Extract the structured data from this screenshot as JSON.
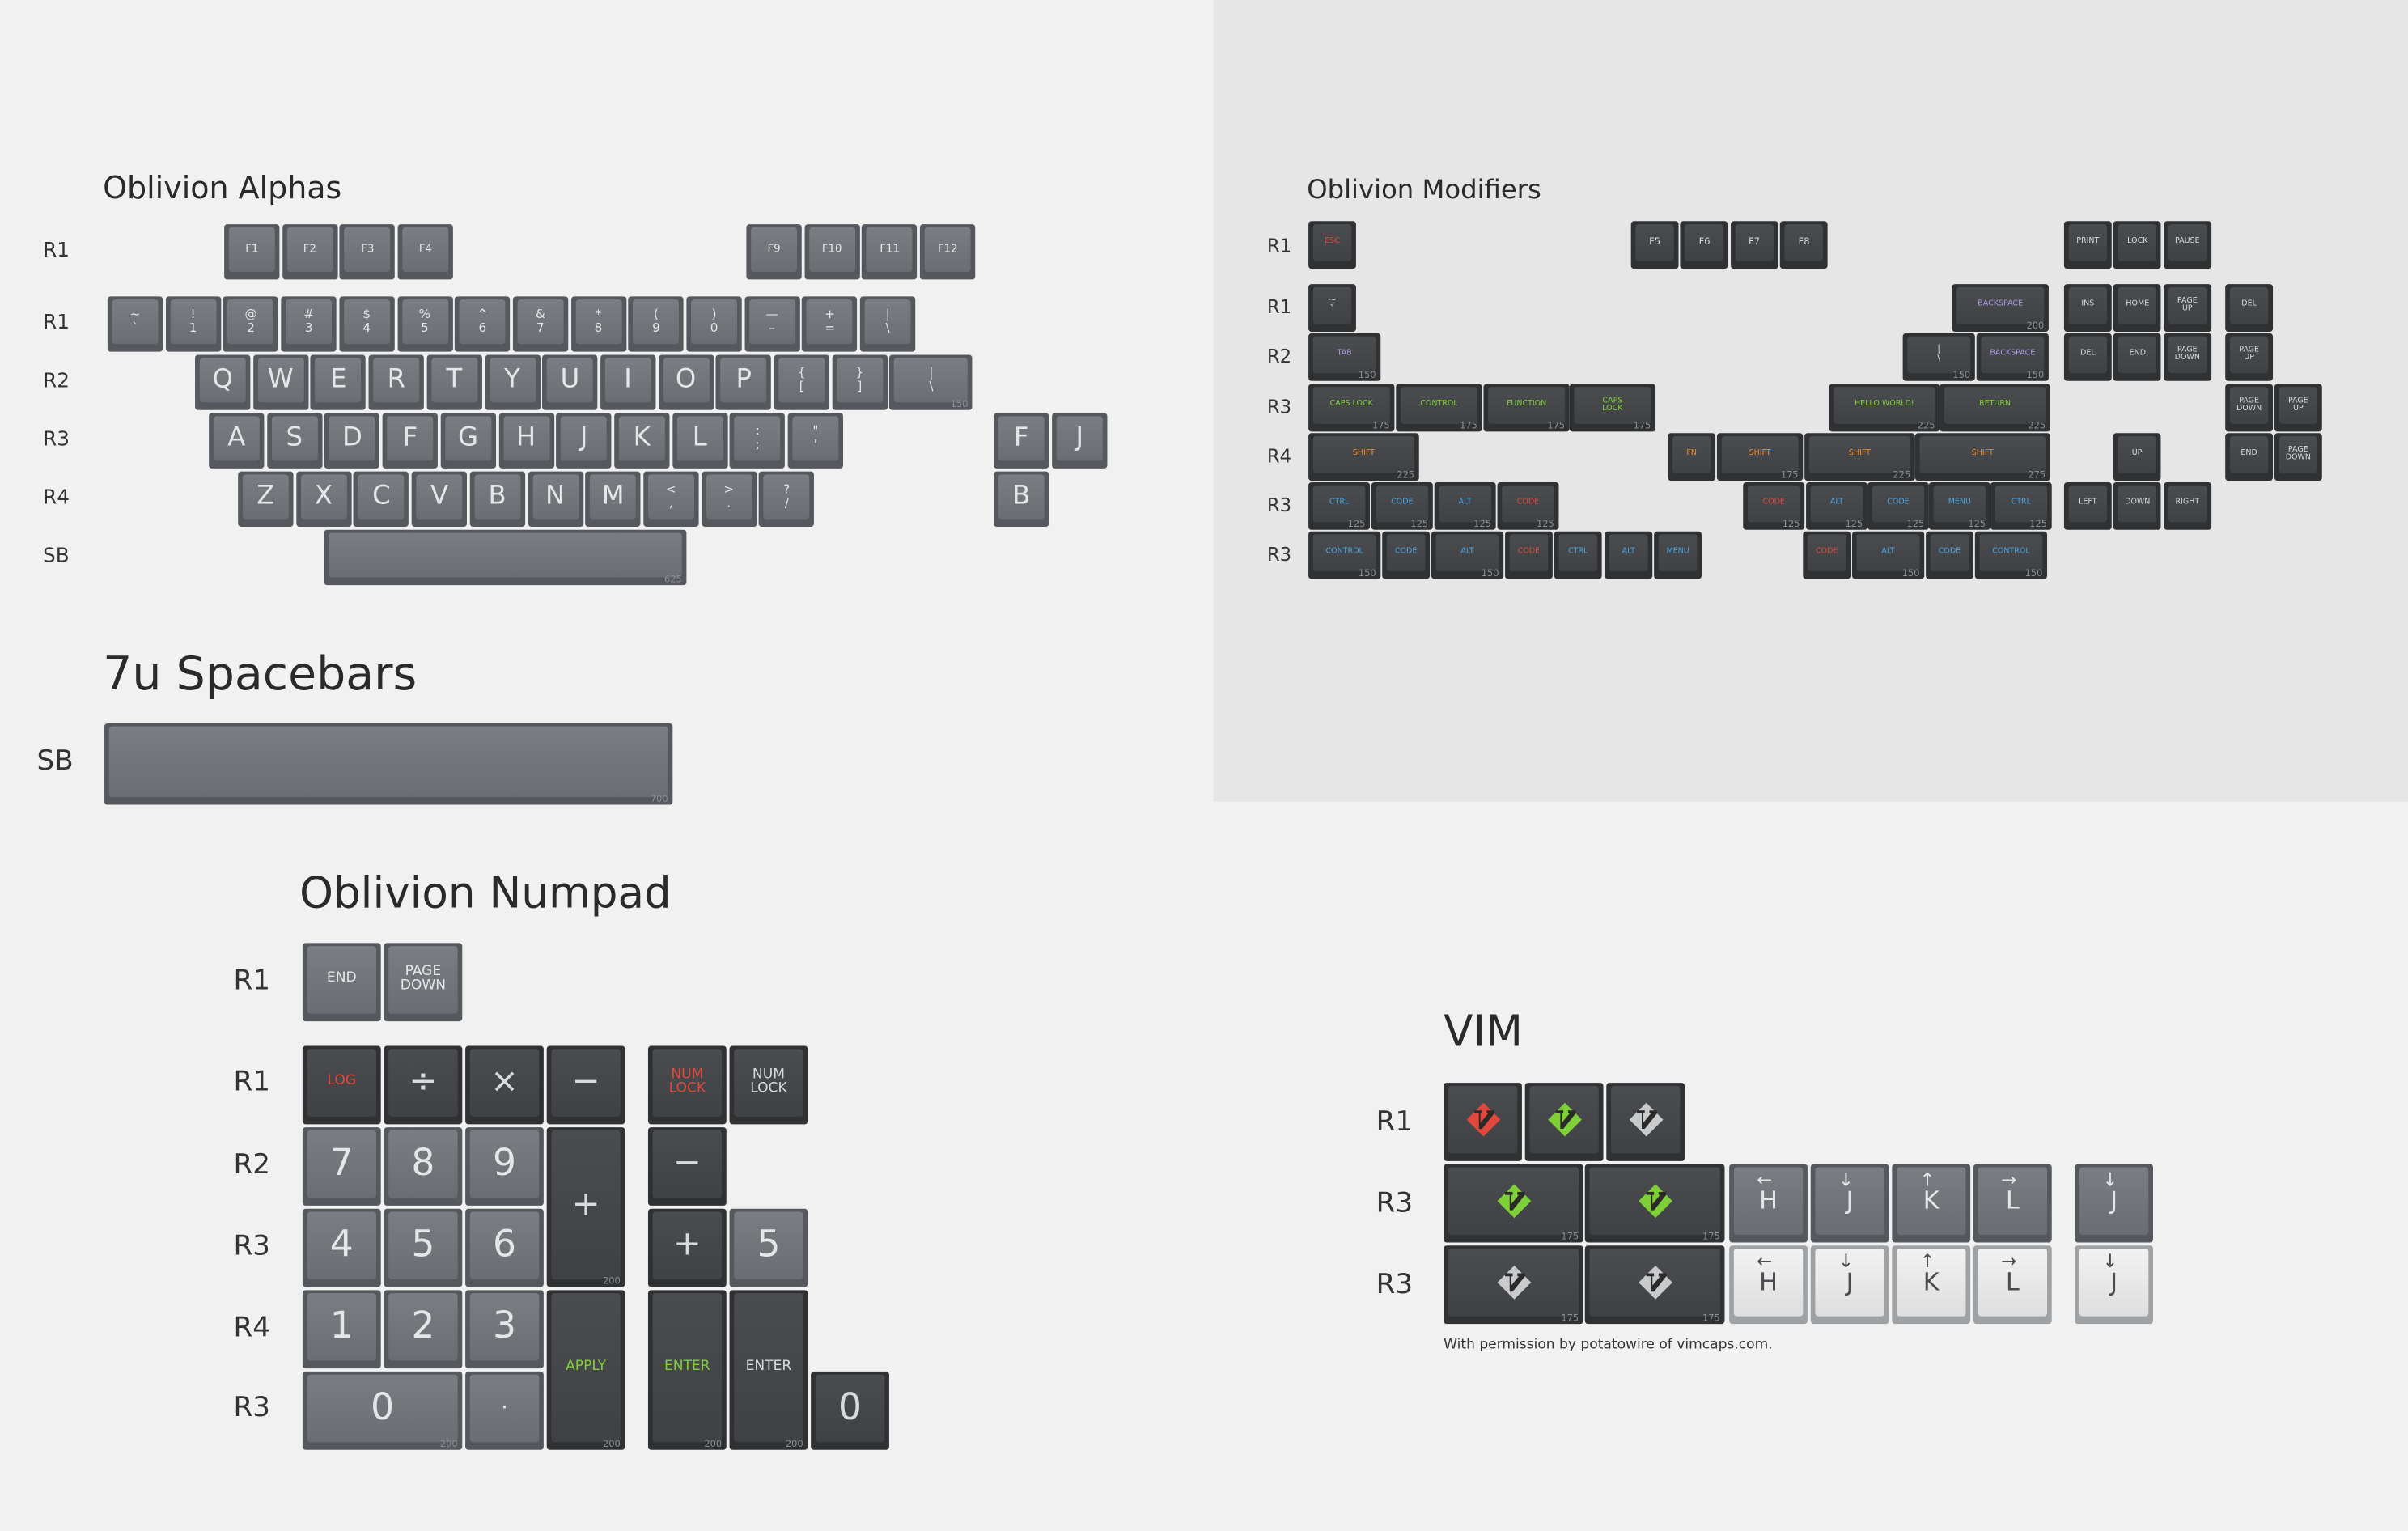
{
  "alphas": {
    "title": "Oblivion Alphas",
    "rows": [
      "R1",
      "R1",
      "R2",
      "R3",
      "R4",
      "SB"
    ],
    "fn_keys": [
      "F1",
      "F2",
      "F3",
      "F4",
      "F9",
      "F10",
      "F11",
      "F12"
    ],
    "number_keys": [
      [
        "~",
        "`"
      ],
      [
        "!",
        "1"
      ],
      [
        "@",
        "2"
      ],
      [
        "#",
        "3"
      ],
      [
        "$",
        "4"
      ],
      [
        "%",
        "5"
      ],
      [
        "^",
        "6"
      ],
      [
        "&",
        "7"
      ],
      [
        "*",
        "8"
      ],
      [
        "(",
        "9"
      ],
      [
        ")",
        "0"
      ],
      [
        "—",
        "–"
      ],
      [
        "+",
        "="
      ],
      [
        "|",
        "\\"
      ]
    ],
    "qwerty": [
      "Q",
      "W",
      "E",
      "R",
      "T",
      "Y",
      "U",
      "I",
      "O",
      "P",
      "{\n[",
      "}\n]",
      "|\n\\"
    ],
    "home": [
      "A",
      "S",
      "D",
      "F",
      "G",
      "H",
      "J",
      "K",
      "L",
      ":\n;",
      "\"\n'"
    ],
    "bottom": [
      "Z",
      "X",
      "C",
      "V",
      "B",
      "N",
      "M",
      "<\n,",
      ">\n.",
      "?\n/"
    ],
    "extras": [
      "F",
      "J",
      "B"
    ],
    "units": {
      "backslash": "150",
      "space": "625"
    }
  },
  "spacebars": {
    "title": "7u Spacebars",
    "row": "SB",
    "unit": "700"
  },
  "modifiers": {
    "title": "Oblivion Modifiers",
    "rows": [
      "R1",
      "R1",
      "R2",
      "R3",
      "R4",
      "R3",
      "R3"
    ],
    "r1": [
      "ESC",
      "F5",
      "F6",
      "F7",
      "F8",
      "PRINT",
      "LOCK",
      "PAUSE"
    ],
    "r1b": [
      "~\n`",
      "BACKSPACE",
      "INS",
      "HOME",
      "PAGE\nUP",
      "DEL"
    ],
    "r2": [
      "TAB",
      "|\n\\",
      "BACKSPACE",
      "DEL",
      "END",
      "PAGE\nDOWN",
      "PAGE\nUP"
    ],
    "r3": [
      "CAPS LOCK",
      "CONTROL",
      "FUNCTION",
      "CAPS\nLOCK",
      "HELLO WORLD!",
      "RETURN",
      "PAGE\nDOWN",
      "PAGE\nUP"
    ],
    "r4": [
      "SHIFT",
      "FN",
      "SHIFT",
      "SHIFT",
      "SHIFT",
      "UP",
      "END",
      "PAGE\nDOWN"
    ],
    "r5": [
      "CTRL",
      "CODE",
      "ALT",
      "CODE",
      "CODE",
      "ALT",
      "CODE",
      "MENU",
      "CTRL",
      "LEFT",
      "DOWN",
      "RIGHT"
    ],
    "r6": [
      "CONTROL",
      "CODE",
      "ALT",
      "CODE",
      "CTRL",
      "ALT",
      "MENU",
      "CODE",
      "ALT",
      "CODE",
      "CONTROL"
    ],
    "units": {
      "u125": "125",
      "u150": "150",
      "u175": "175",
      "u200": "200",
      "u225": "225",
      "u275": "275"
    }
  },
  "numpad": {
    "title": "Oblivion Numpad",
    "rows": [
      "R1",
      "R1",
      "R2",
      "R3",
      "R4",
      "R3"
    ],
    "nav": [
      "END",
      "PAGE\nDOWN"
    ],
    "top": [
      "LOG",
      "÷",
      "×",
      "−",
      "NUM\nLOCK",
      "NUM\nLOCK"
    ],
    "digits": [
      "7",
      "8",
      "9",
      "4",
      "5",
      "6",
      "1",
      "2",
      "3",
      "0",
      "·"
    ],
    "ops": [
      "+",
      "APPLY",
      "−",
      "+",
      "5",
      "ENTER",
      "ENTER",
      "0"
    ],
    "units": {
      "u200": "200"
    }
  },
  "vim": {
    "title": "VIM",
    "rows": [
      "R1",
      "R3",
      "R3"
    ],
    "letters": [
      "H",
      "J",
      "K",
      "L",
      "J"
    ],
    "units": {
      "u175": "175"
    },
    "credit": "With permission by potatowire of vimcaps.com.",
    "logo_colors": {
      "red": "#e2483b",
      "green": "#7fcf38",
      "gray": "#c8cacc"
    }
  },
  "colors": {
    "gray_keys": "#6f7377",
    "dark_keys": "#424447",
    "light_keys": "#ececec",
    "background": "#f1f1f1",
    "panel": "#e6e6e6"
  }
}
